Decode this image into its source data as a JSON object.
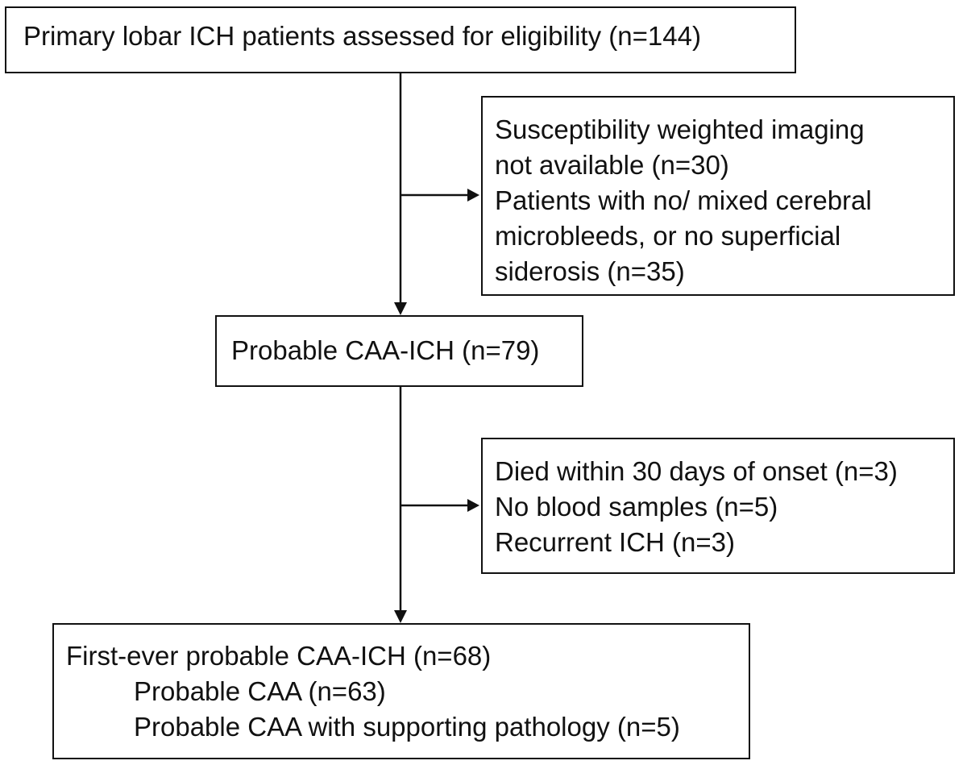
{
  "boxes": {
    "primary": {
      "lines": [
        "Primary lobar ICH patients assessed for eligibility (n=144)"
      ]
    },
    "exclusion1": {
      "lines": [
        "Susceptibility weighted imaging",
        "not available (n=30)",
        "Patients with no/ mixed cerebral",
        "microbleeds, or no superficial",
        "siderosis (n=35)"
      ]
    },
    "probable": {
      "lines": [
        "Probable CAA-ICH (n=79)"
      ]
    },
    "exclusion2": {
      "lines": [
        "Died within 30 days of onset (n=3)",
        "No blood samples (n=5)",
        "Recurrent ICH (n=3)"
      ]
    },
    "final": {
      "title": "First-ever probable CAA-ICH (n=68)",
      "sublines": [
        "Probable CAA (n=63)",
        "Probable CAA with supporting pathology (n=5)"
      ]
    }
  }
}
